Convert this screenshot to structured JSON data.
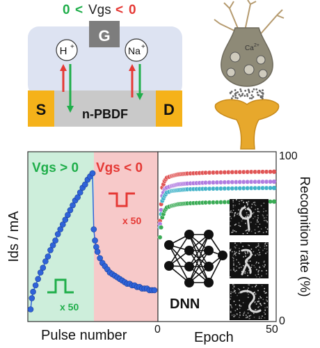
{
  "device": {
    "condition_low": "0",
    "condition_lt1": "<",
    "condition_var": "Vgs",
    "condition_lt2": "<",
    "condition_high": "0",
    "gate": "G",
    "ion_h": "H",
    "ion_na": "Na",
    "ion_sup": "+",
    "source": "S",
    "drain": "D",
    "channel": "n-PBDF"
  },
  "synapse": {
    "ion": "Ca",
    "ion_sup": "2+"
  },
  "left_plot": {
    "ylabel": "Ids / mA",
    "xlabel": "Pulse number",
    "region_pos": "Vgs > 0",
    "region_neg": "Vgs < 0",
    "pulse_pos": "x 50",
    "pulse_neg": "x 50",
    "x_start": "0"
  },
  "right_plot": {
    "ylabel": "Recognition rate (%)",
    "xlabel": "Epoch",
    "x_ticks": [
      "0",
      "50"
    ],
    "y_ticks": [
      "0",
      "100"
    ],
    "model": "DNN"
  },
  "colors": {
    "green_text": "#1fae4a",
    "red_text": "#e53935",
    "pos_region": "#cdeedb",
    "neg_region": "#f7c9c9",
    "marker": "#2f63d8",
    "electrode": "#f5b21a"
  },
  "chart_data": [
    {
      "type": "scatter",
      "xlabel": "Pulse number",
      "ylabel": "Ids / mA",
      "series": [
        {
          "x": [
            0,
            1,
            2,
            4,
            6,
            8,
            10,
            12,
            14,
            16,
            18,
            20,
            22,
            24,
            26,
            28,
            30,
            32,
            34,
            36,
            38,
            40,
            42,
            44,
            46,
            48,
            50
          ],
          "y": [
            0.05,
            0.12,
            0.16,
            0.2,
            0.24,
            0.28,
            0.31,
            0.35,
            0.38,
            0.42,
            0.45,
            0.48,
            0.52,
            0.55,
            0.58,
            0.61,
            0.64,
            0.67,
            0.7,
            0.73,
            0.75,
            0.78,
            0.81,
            0.83,
            0.86,
            0.88,
            0.9
          ]
        },
        {
          "x": [
            50,
            51,
            52,
            53,
            54,
            56,
            58,
            60,
            62,
            64,
            66,
            68,
            70,
            72,
            74,
            76,
            78,
            80,
            82,
            84,
            86,
            88,
            90,
            92,
            94,
            96,
            98,
            100
          ],
          "y": [
            0.9,
            0.55,
            0.48,
            0.44,
            0.41,
            0.37,
            0.34,
            0.32,
            0.3,
            0.28,
            0.27,
            0.26,
            0.25,
            0.24,
            0.23,
            0.22,
            0.21,
            0.21,
            0.2,
            0.2,
            0.19,
            0.19,
            0.18,
            0.18,
            0.18,
            0.17,
            0.17,
            0.17
          ]
        }
      ]
    },
    {
      "type": "line",
      "xlabel": "Epoch",
      "ylabel": "Recognition rate (%)",
      "xlim": [
        0,
        50
      ],
      "ylim": [
        0,
        100
      ],
      "series": [
        {
          "color": "#e05555",
          "x": [
            0,
            1,
            2,
            3,
            5,
            8,
            12,
            20,
            30,
            40,
            50
          ],
          "y": [
            60,
            80,
            84,
            86,
            87,
            88,
            88.5,
            89,
            89.3,
            89.5,
            89.6
          ]
        },
        {
          "color": "#b07be0",
          "x": [
            0,
            1,
            2,
            3,
            5,
            8,
            12,
            20,
            30,
            40,
            50
          ],
          "y": [
            58,
            75,
            79,
            80,
            81,
            82,
            82.5,
            83,
            83.3,
            83.5,
            83.6
          ]
        },
        {
          "color": "#41b3c9",
          "x": [
            0,
            1,
            2,
            3,
            5,
            8,
            12,
            20,
            30,
            40,
            50
          ],
          "y": [
            56,
            72,
            75,
            77,
            78,
            78.5,
            79,
            79.3,
            79.5,
            79.7,
            79.8
          ]
        },
        {
          "color": "#3aab55",
          "x": [
            0,
            1,
            2,
            3,
            5,
            8,
            12,
            20,
            30,
            40,
            50
          ],
          "y": [
            50,
            62,
            66,
            68,
            69,
            70,
            70.5,
            71,
            71.3,
            71.5,
            71.6
          ]
        }
      ]
    }
  ]
}
